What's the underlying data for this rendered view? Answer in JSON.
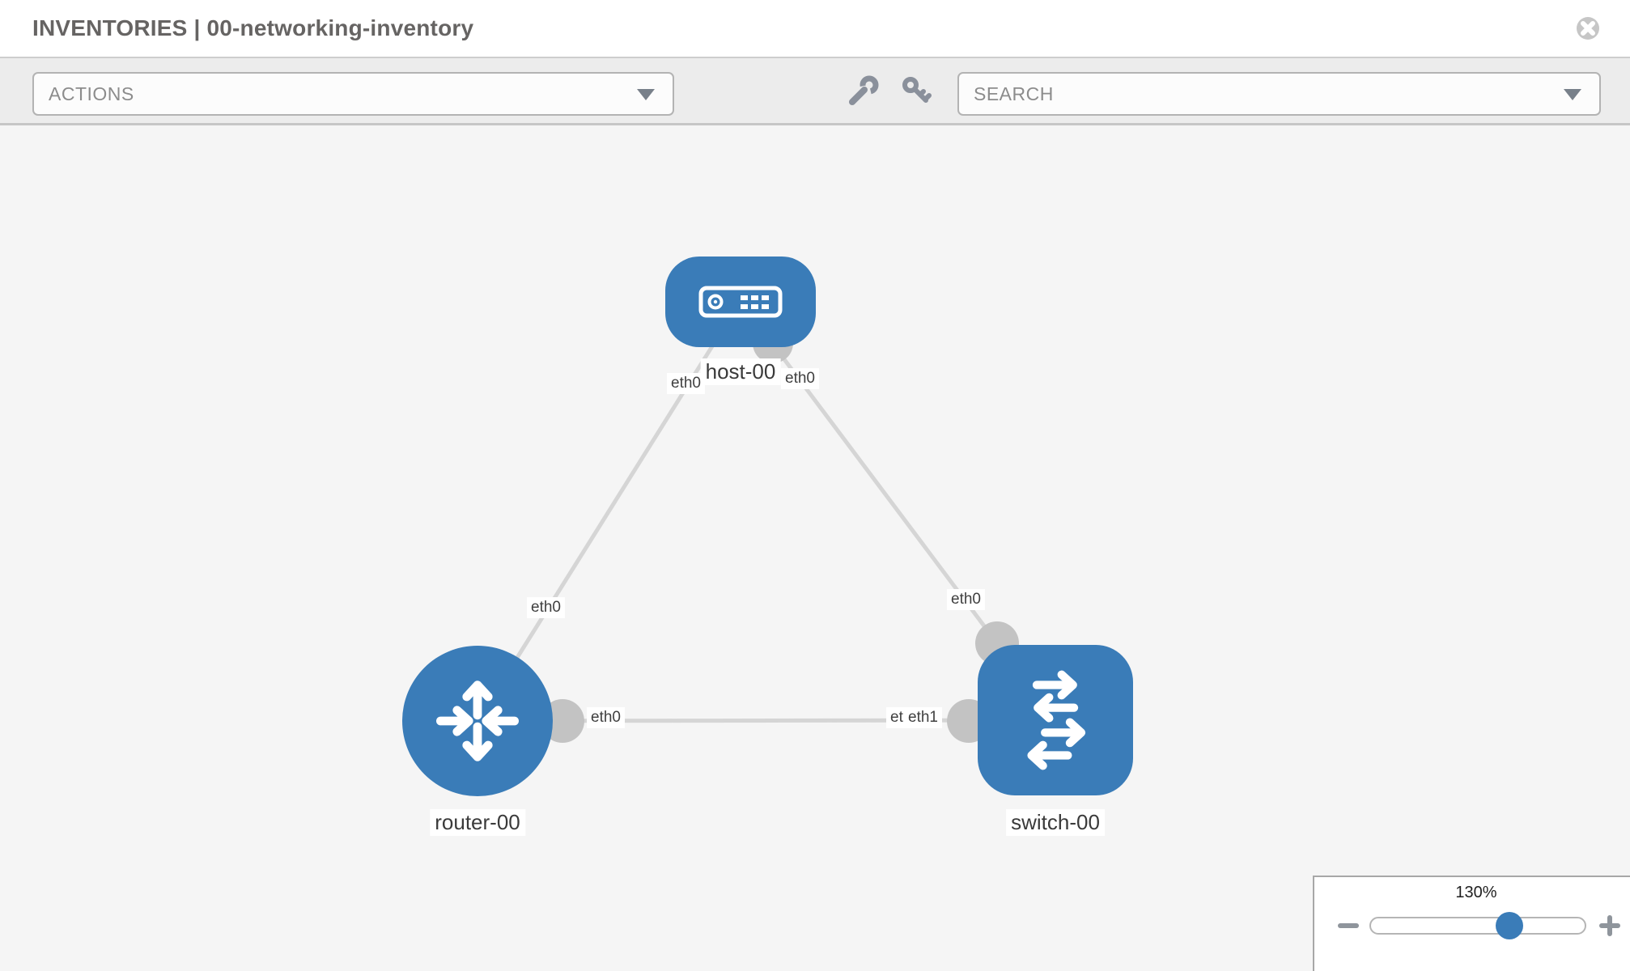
{
  "header": {
    "title": "INVENTORIES | 00-networking-inventory"
  },
  "toolbar": {
    "actions_label": "ACTIONS",
    "search_label": "SEARCH"
  },
  "topology": {
    "nodes": [
      {
        "label": "host-00",
        "type": "host"
      },
      {
        "label": "router-00",
        "type": "router"
      },
      {
        "label": "switch-00",
        "type": "switch"
      }
    ],
    "links": [
      {
        "from": "router-00",
        "from_if": "eth0",
        "to": "host-00",
        "to_if": "eth0"
      },
      {
        "from": "host-00",
        "from_if": "eth0",
        "to": "switch-00",
        "to_if": "eth0"
      },
      {
        "from": "router-00",
        "from_if": "eth0",
        "to": "switch-00",
        "to_if": "eth1"
      }
    ]
  },
  "zoom_control": {
    "level": "130%"
  },
  "colors": {
    "node_blue": "#3a7cb8",
    "link_gray": "#d5d5d5",
    "interface_gray": "#c3c3c3"
  }
}
